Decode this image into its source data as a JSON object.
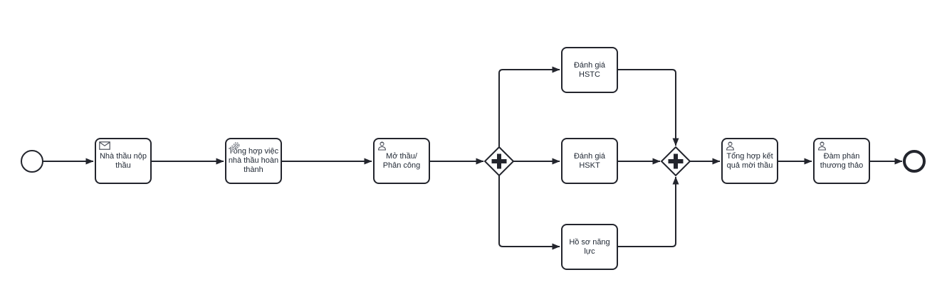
{
  "diagram": {
    "type": "BPMN process flow",
    "background_color": "#ffffff",
    "stroke_color": "#23252d",
    "text_color": "#1f2733",
    "start_event": {
      "name": "start-event",
      "label": ""
    },
    "end_event": {
      "name": "end-event",
      "label": ""
    },
    "tasks": [
      {
        "label": "Nhà thầu nộp thầu",
        "icon": "message-icon"
      },
      {
        "label": "Tổng hợp việc nhà thầu hoàn thành",
        "icon": "service-gears-icon"
      },
      {
        "label": "Mở thầu/ Phân công",
        "icon": "user-icon"
      },
      {
        "label": "Đánh giá HSTC",
        "icon": null
      },
      {
        "label": "Đánh giá HSKT",
        "icon": null
      },
      {
        "label": "Hồ sơ năng lực",
        "icon": null
      },
      {
        "label": "Tổng hợp kết quả mời thầu",
        "icon": "user-icon"
      },
      {
        "label": "Đàm phán thương thảo",
        "icon": "user-icon"
      }
    ],
    "gateways": [
      {
        "type": "parallel",
        "role": "split",
        "symbol": "+"
      },
      {
        "type": "parallel",
        "role": "join",
        "symbol": "+"
      }
    ],
    "flows": [
      {
        "from": "start-event",
        "to": "Nhà thầu nộp thầu"
      },
      {
        "from": "Nhà thầu nộp thầu",
        "to": "Tổng hợp việc nhà thầu hoàn thành"
      },
      {
        "from": "Tổng hợp việc nhà thầu hoàn thành",
        "to": "Mở thầu/ Phân công"
      },
      {
        "from": "Mở thầu/ Phân công",
        "to": "parallel-gateway-split"
      },
      {
        "from": "parallel-gateway-split",
        "to": "Đánh giá HSTC"
      },
      {
        "from": "parallel-gateway-split",
        "to": "Đánh giá HSKT"
      },
      {
        "from": "parallel-gateway-split",
        "to": "Hồ sơ năng lực"
      },
      {
        "from": "Đánh giá HSTC",
        "to": "parallel-gateway-join"
      },
      {
        "from": "Đánh giá HSKT",
        "to": "parallel-gateway-join"
      },
      {
        "from": "Hồ sơ năng lực",
        "to": "parallel-gateway-join"
      },
      {
        "from": "parallel-gateway-join",
        "to": "Tổng hợp kết quả mời thầu"
      },
      {
        "from": "Tổng hợp kết quả mời thầu",
        "to": "Đàm phán thương thảo"
      },
      {
        "from": "Đàm phán thương thảo",
        "to": "end-event"
      }
    ]
  }
}
